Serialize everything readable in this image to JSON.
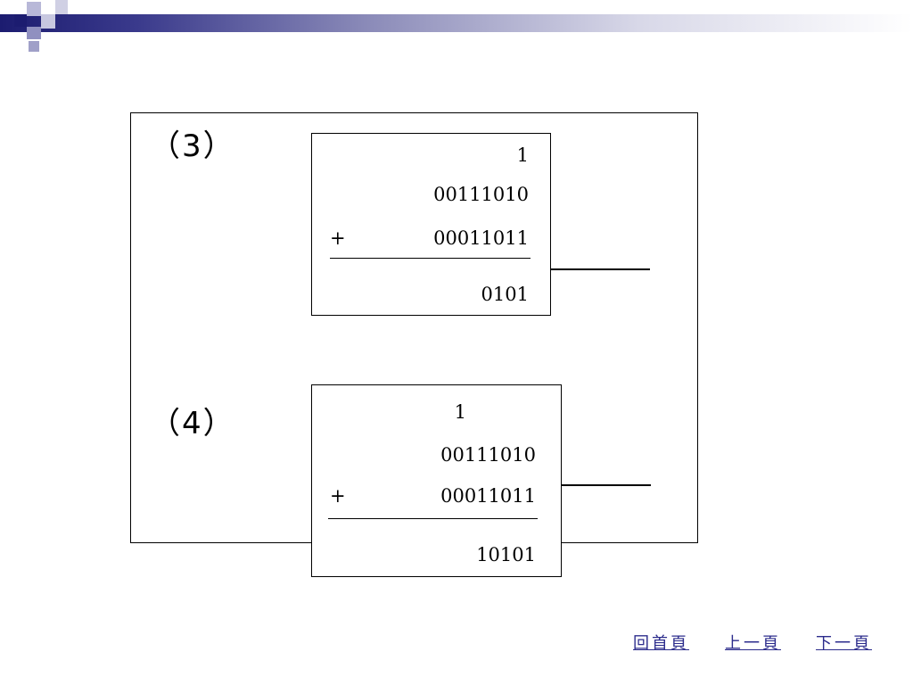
{
  "problems": [
    {
      "label": "（3）",
      "carry": "1",
      "addend1": "00111010",
      "operator": "+",
      "addend2": "00011011",
      "result": "0101"
    },
    {
      "label": "（4）",
      "carry": "1",
      "addend1": "00111010",
      "operator": "+",
      "addend2": "00011011",
      "result": "10101"
    }
  ],
  "nav": {
    "home": "回首頁",
    "prev": "上一頁",
    "next": "下一頁"
  },
  "colors": {
    "header_dark": "#1c1c70",
    "header_mid": "#8a8ab8",
    "link": "#2c2c8c"
  }
}
